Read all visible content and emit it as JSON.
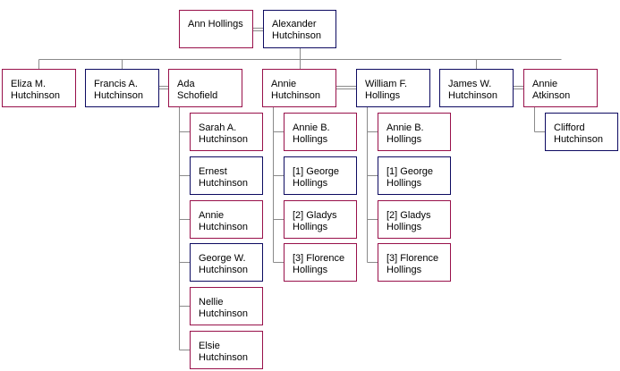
{
  "colors": {
    "female_border": "#98104a",
    "male_border": "#0d0a61",
    "connector": "#8a8a8a"
  },
  "people": {
    "ann_hollings": "Ann Hollings",
    "alexander_hutchinson": "Alexander\nHutchinson",
    "eliza_m_hutchinson": "Eliza M.\nHutchinson",
    "francis_a_hutchinson": "Francis A.\nHutchinson",
    "ada_schofield": "Ada\nSchofield",
    "annie_hutchinson": "Annie\nHutchinson",
    "william_f_hollings": "William F.\nHollings",
    "james_w_hutchinson": "James W.\nHutchinson",
    "annie_atkinson": "Annie\nAtkinson",
    "clifford_hutchinson": "Clifford\nHutchinson",
    "sarah_a_hutchinson": "Sarah A.\nHutchinson",
    "ernest_hutchinson": "Ernest\nHutchinson",
    "annie_hutchinson_2": "Annie\nHutchinson",
    "george_w_hutchinson": "George W.\nHutchinson",
    "nellie_hutchinson": "Nellie\nHutchinson",
    "elsie_hutchinson": "Elsie\nHutchinson",
    "annie_b_hollings_1": "Annie B.\nHollings",
    "george_hollings_1": "[1] George\nHollings",
    "gladys_hollings_1": "[2] Gladys\nHollings",
    "florence_hollings_1": "[3] Florence\nHollings",
    "annie_b_hollings_2": "Annie B.\nHollings",
    "george_hollings_2": "[1] George\nHollings",
    "gladys_hollings_2": "[2] Gladys\nHollings",
    "florence_hollings_2": "[3] Florence\nHollings"
  }
}
